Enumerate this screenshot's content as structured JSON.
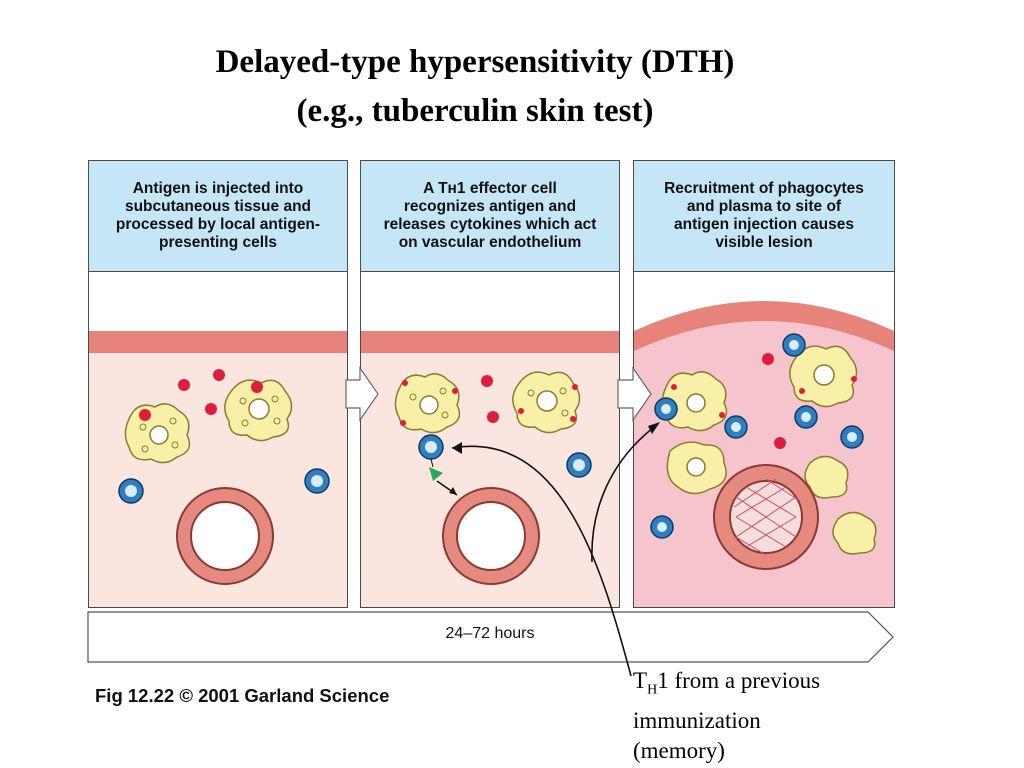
{
  "title": {
    "line1": "Delayed-type hypersensitivity (DTH)",
    "line2": "(e.g., tuberculin skin test)"
  },
  "panels": [
    {
      "lines": [
        "Antigen is injected into",
        "subcutaneous tissue and",
        "processed by local antigen-",
        "presenting cells"
      ]
    },
    {
      "lines": [
        "A Tʜ1 effector cell",
        "recognizes antigen and",
        "releases cytokines which act",
        "on vascular endothelium"
      ]
    },
    {
      "lines": [
        "Recruitment of phagocytes",
        "and plasma to  site of",
        "antigen injection causes",
        "visible lesion"
      ]
    }
  ],
  "timeline": {
    "label": "24–72 hours"
  },
  "caption": "Fig 12.22  © 2001 Garland Science",
  "callout": {
    "prefix": "T",
    "subscript": "H",
    "line1_rest": "1 from a previous",
    "line2": "immunization",
    "line3": "(memory)"
  },
  "colors": {
    "header_blue": "#c4e6f6",
    "tissue": "#fbe5df",
    "inflamed_tissue": "#f5c4cc",
    "skin_band": "#e8837a",
    "vessel": "#e68a80",
    "apc_cell": "#f7f0a6",
    "antigen": "#dc1e3c",
    "t_cell": "#2f7fc0"
  }
}
